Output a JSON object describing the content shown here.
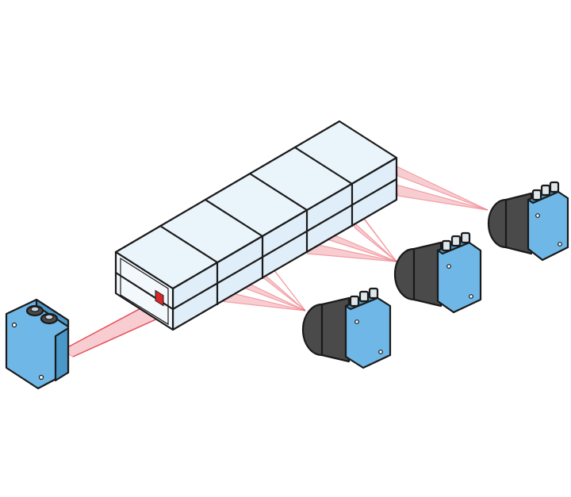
{
  "colors": {
    "box_top": "#eaf4fb",
    "box_front": "#f3f8fc",
    "box_side": "#dfeef8",
    "sensor_body": "#6fb7e6",
    "sensor_shade": "#4a97c9",
    "lens_dark": "#4a4a4a",
    "beam": "#e8505b",
    "beam_fill": "#f4a6ad",
    "led": "#d62828",
    "outline": "#1a1a1a"
  },
  "scene": {
    "box_segments": 5,
    "tiers": 2,
    "sensors": [
      {
        "id": "front-camera",
        "orientation": "facing-box-front",
        "beams": 1
      },
      {
        "id": "side-camera-1",
        "orientation": "facing-box-side",
        "beams": 2
      },
      {
        "id": "side-camera-2",
        "orientation": "facing-box-side",
        "beams": 2
      },
      {
        "id": "side-camera-3",
        "orientation": "facing-box-side",
        "beams": 2
      }
    ],
    "icons": [
      "vision-sensor-icon",
      "laser-beam-icon",
      "indicator-led-icon"
    ]
  }
}
